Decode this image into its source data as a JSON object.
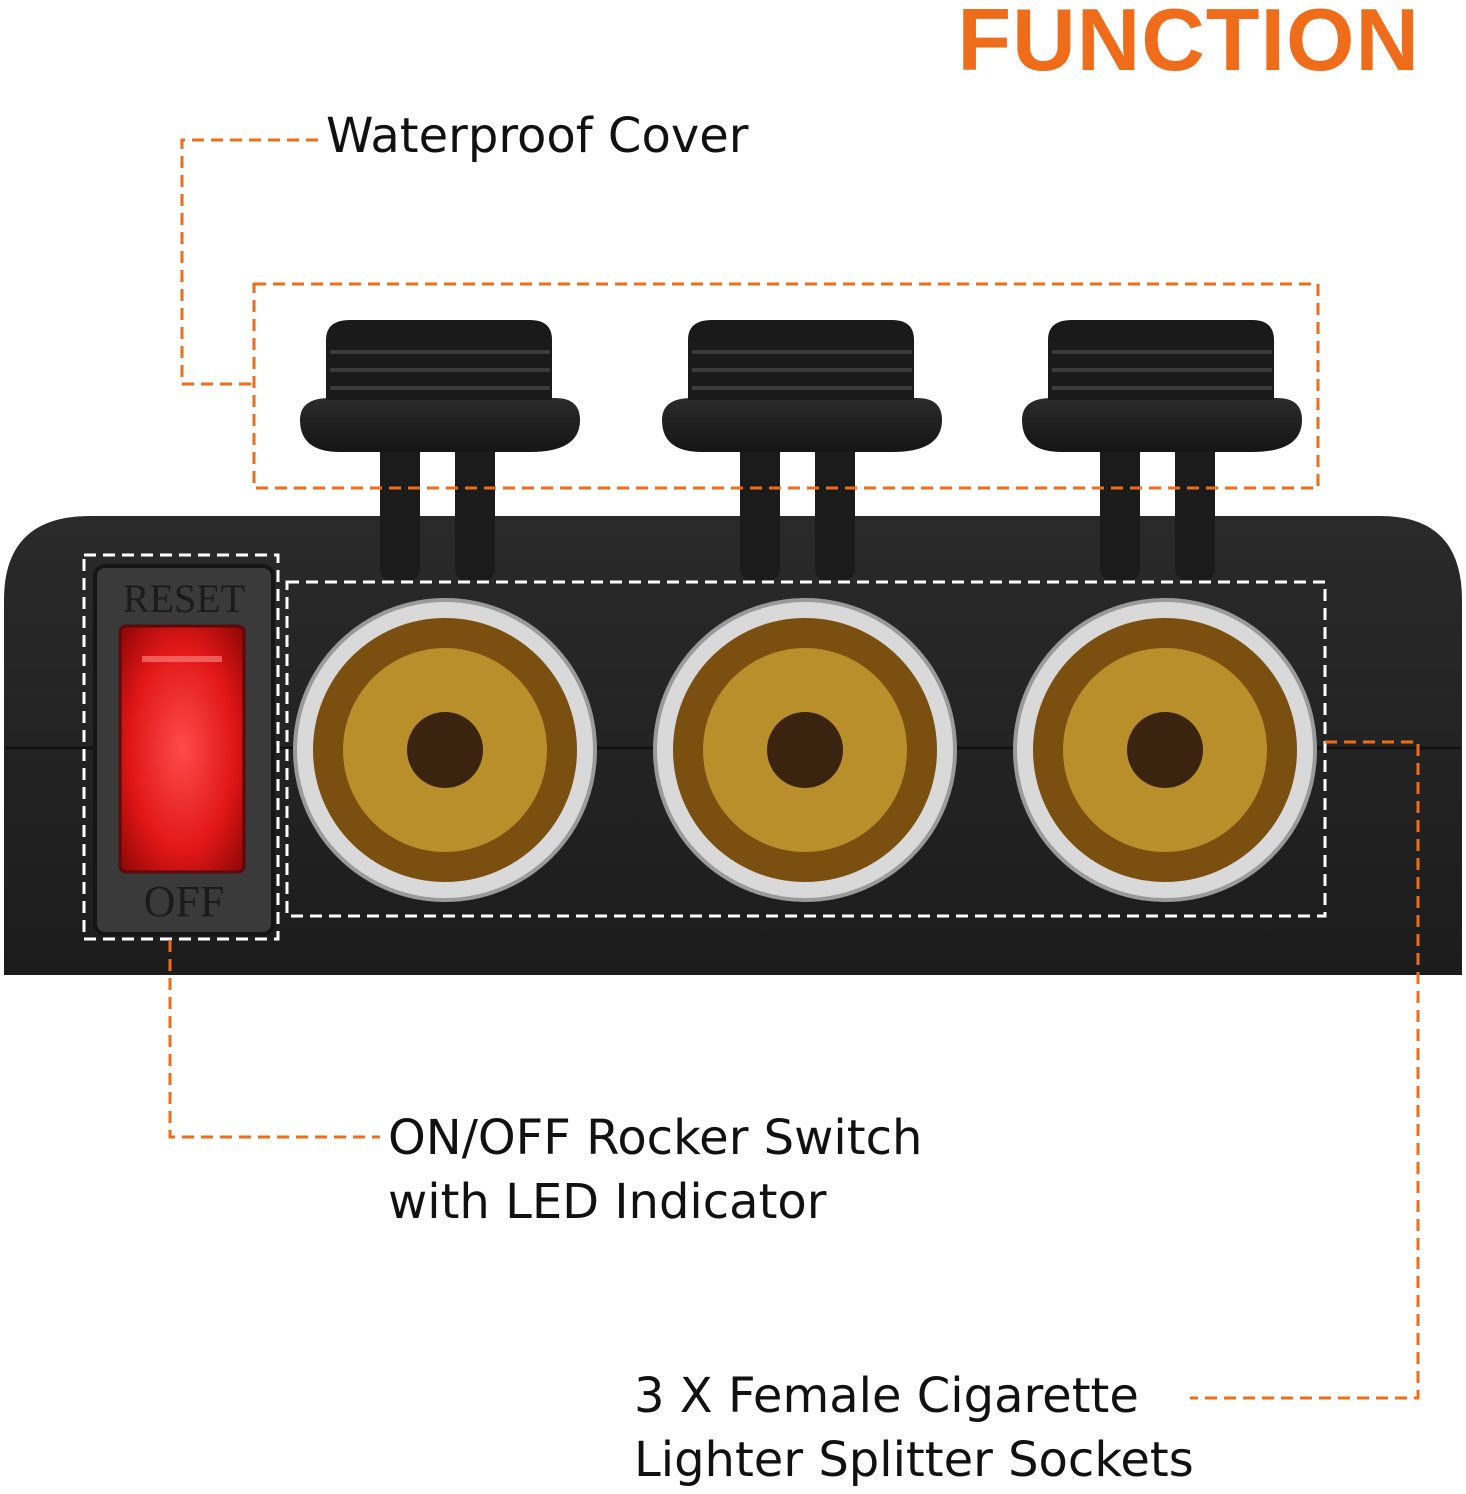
{
  "header": {
    "title": "FUNCTION"
  },
  "callouts": {
    "cover": {
      "line1": "Waterproof Cover"
    },
    "switch": {
      "line1": "ON/OFF Rocker Switch",
      "line2": "with LED Indicator"
    },
    "sockets": {
      "line1": "3 X Female Cigarette",
      "line2": "Lighter Splitter Sockets"
    }
  },
  "switch_face": {
    "top_label": "RESET",
    "bottom_label": "OFF"
  },
  "colors": {
    "accent": "#ee6c1a",
    "body": "#222222",
    "led": "#e81b1b",
    "socket_gold": "#b98f2c"
  }
}
